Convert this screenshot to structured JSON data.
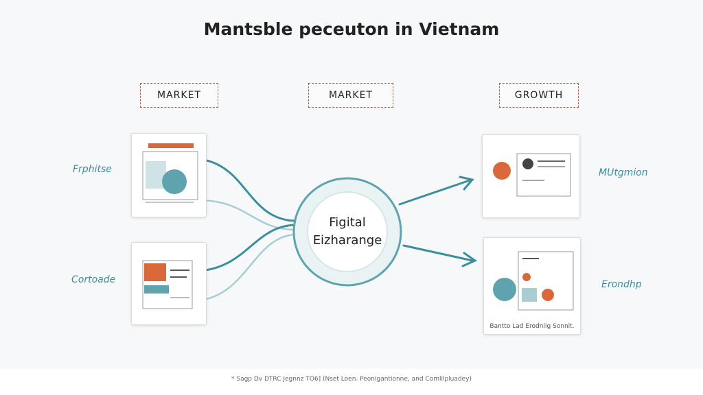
{
  "title": "Mantsble peceuton in Vietnam",
  "headers": [
    "MARKET",
    "MARKET",
    "GROWTH"
  ],
  "left_labels": [
    "Frphitse",
    "Cortoade"
  ],
  "right_labels": [
    "MUtgmion",
    "Erondhp"
  ],
  "center": {
    "line1": "Figital",
    "line2": "Eizharange"
  },
  "card_caption": "Bantto Lad Erodnlig Sonnit.",
  "footer": "* Sagp Dv DTRC Jegnnz TO6] (Nset Loen. Peonigantionne, and Comlilpluadey)",
  "colors": {
    "teal": "#3b8f9c",
    "orange": "#d9693a",
    "border": "#a0614e"
  }
}
